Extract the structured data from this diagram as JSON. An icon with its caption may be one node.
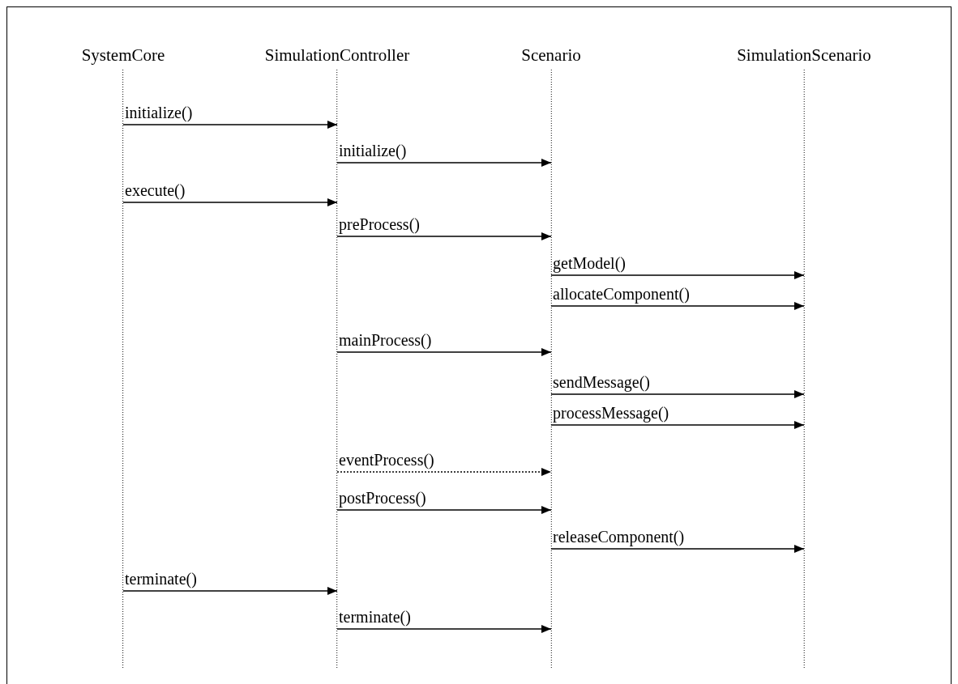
{
  "diagram": {
    "nodes": [
      {
        "text": [
          "SystemCore"
        ]
      },
      {
        "text": [
          "SimulationController"
        ]
      },
      {
        "text": [
          "Scenario"
        ]
      },
      {
        "text": [
          "SimulationScenario"
        ]
      }
    ],
    "edges": [
      {
        "from": 0,
        "to": 1,
        "arrow": "to",
        "label": "initialize()"
      },
      {
        "from": 1,
        "to": 2,
        "arrow": "to",
        "label": "initialize()"
      },
      {
        "from": 0,
        "to": 1,
        "arrow": "to",
        "label": "execute()"
      },
      {
        "from": 1,
        "to": 2,
        "arrow": "to",
        "label": "preProcess()"
      },
      {
        "from": 2,
        "to": 3,
        "arrow": "to",
        "label": "getModel()"
      },
      {
        "from": 2,
        "to": 3,
        "arrow": "to",
        "label": "allocateComponent()"
      },
      {
        "from": 1,
        "to": 2,
        "arrow": "to",
        "label": "mainProcess()"
      },
      {
        "from": 2,
        "to": 3,
        "arrow": "to",
        "label": "sendMessage()"
      },
      {
        "from": 2,
        "to": 3,
        "arrow": "to",
        "label": "processMessage()"
      },
      {
        "from": 1,
        "to": 2,
        "arrow": "to",
        "label": "eventProcess()",
        "style": "dashed"
      },
      {
        "from": 1,
        "to": 2,
        "arrow": "to",
        "label": "postProcess()"
      },
      {
        "from": 2,
        "to": 3,
        "arrow": "to",
        "label": "releaseComponent()"
      },
      {
        "from": 0,
        "to": 1,
        "arrow": "to",
        "label": "terminate()"
      },
      {
        "from": 1,
        "to": 2,
        "arrow": "to",
        "label": "terminate()"
      }
    ]
  }
}
